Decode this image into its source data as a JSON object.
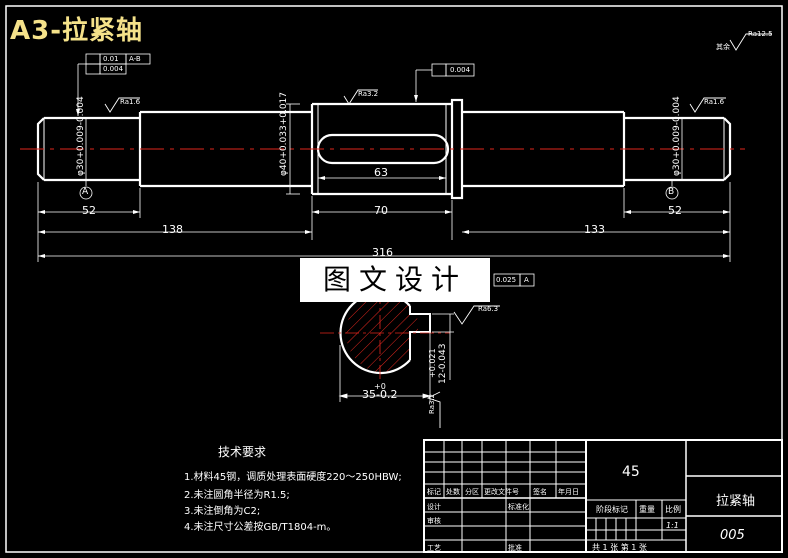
{
  "title": "A3-拉紧轴",
  "watermark": "图文设计",
  "roughness": {
    "corner_mark": "其余",
    "corner_value": "Ra12.5",
    "left_end": "Ra1.6",
    "right_end": "Ra1.6",
    "keyway": "Ra3.2",
    "section_keyway": "Ra6.3",
    "section_bottom": "Ra3.2"
  },
  "tolerances": {
    "left_frame_row1_value": "0.01",
    "left_frame_row1_datum": "A-B",
    "left_frame_row2_value": "0.004",
    "mid_frame_value": "0.004",
    "section_frame_value": "0.025",
    "section_frame_datum": "A"
  },
  "diameters": {
    "left": "φ30+0.009-0.004",
    "mid": "φ40+0.033+0.017",
    "right": "φ30+0.009-0.004"
  },
  "datums": {
    "left": "A",
    "right": "B"
  },
  "dimensions": {
    "left_len": "52",
    "right_len": "52",
    "keyway_len": "63",
    "center_len": "70",
    "left_total": "138",
    "right_total": "133",
    "overall": "316",
    "section_depth": "35-0.2",
    "section_depth_upper": "+0",
    "section_width": "12-0.043",
    "section_width_upper": "+0.021"
  },
  "requirements": {
    "heading": "技术要求",
    "items": [
      "1.材料45钢，调质处理表面硬度220～250HBW;",
      "2.未注圆角半径为R1.5;",
      "3.未注倒角为C2;",
      "4.未注尺寸公差按GB/T1804-m。"
    ]
  },
  "title_block": {
    "material": "45",
    "part_name": "拉紧轴",
    "drawing_no": "005",
    "header_labels": [
      "标记",
      "处数",
      "分区",
      "更改文件号",
      "签名",
      "年月日"
    ],
    "row_labels": [
      "设计",
      "审核",
      "工艺",
      "标准化",
      "批准"
    ],
    "stage_label": "阶段标记",
    "weight_label": "重量",
    "scale_label": "比例",
    "scale_value": "1:1",
    "sheet_info": "共 1 张  第 1 张"
  }
}
